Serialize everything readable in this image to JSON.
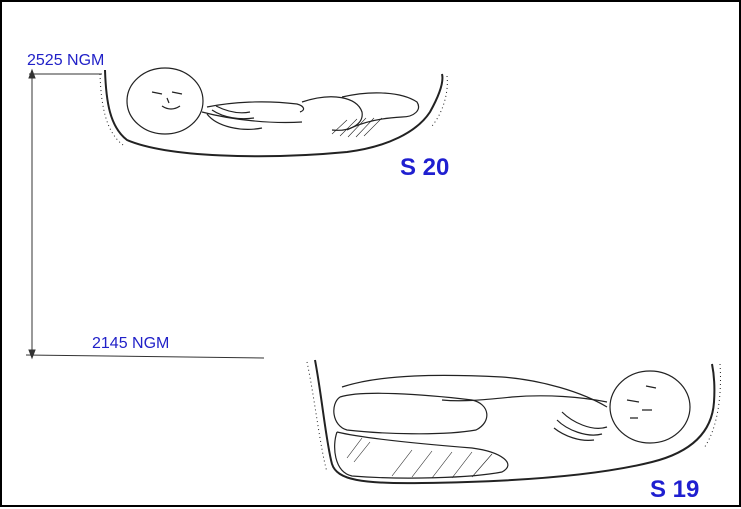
{
  "labels": {
    "upper_depth": "2525 NGM",
    "lower_depth": "2145 NGM",
    "upper_burial": "S 20",
    "lower_burial": "S 19"
  },
  "colors": {
    "label_blue": "#2121c8",
    "id_blue": "#1f1fd0",
    "ink": "#222222",
    "border": "#000000"
  }
}
